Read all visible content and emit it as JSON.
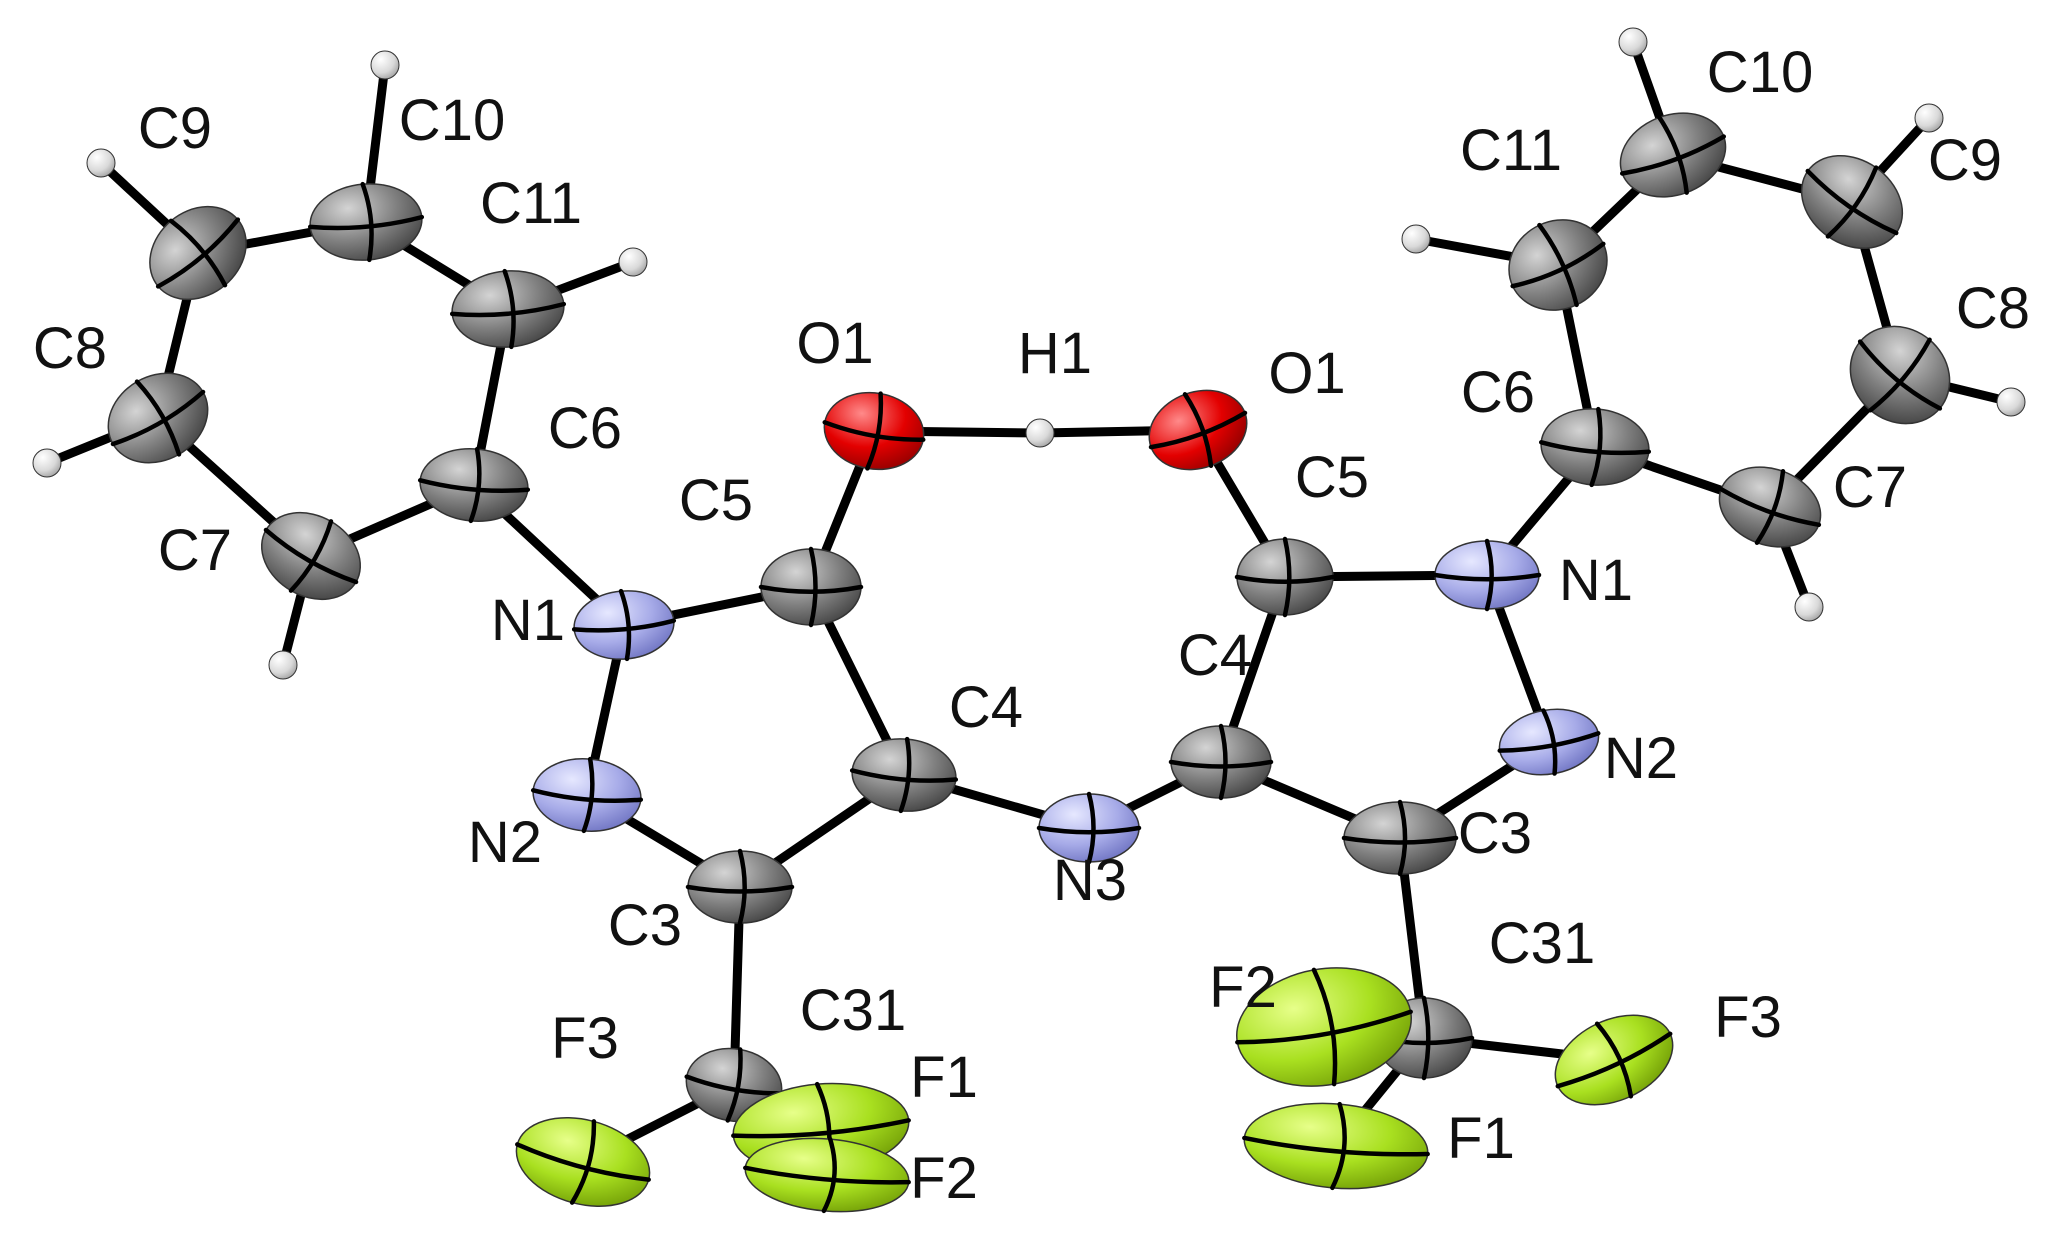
{
  "colors": {
    "carbon": "#7f7f7f",
    "nitrogen": "#a7abe8",
    "oxygen": "#e30000",
    "fluorine": "#a9e020",
    "hydrogen": "#d9d9d9",
    "bond": "#000000",
    "background": "#ffffff"
  },
  "atoms": [
    {
      "id": "L_C9",
      "element": "C",
      "label": "C9"
    },
    {
      "id": "L_C10",
      "element": "C",
      "label": "C10"
    },
    {
      "id": "L_C11",
      "element": "C",
      "label": "C11"
    },
    {
      "id": "L_C8",
      "element": "C",
      "label": "C8"
    },
    {
      "id": "L_C6",
      "element": "C",
      "label": "C6"
    },
    {
      "id": "L_C7",
      "element": "C",
      "label": "C7"
    },
    {
      "id": "L_N1",
      "element": "N",
      "label": "N1"
    },
    {
      "id": "L_C5",
      "element": "C",
      "label": "C5"
    },
    {
      "id": "L_O1",
      "element": "O",
      "label": "O1"
    },
    {
      "id": "H1",
      "element": "H",
      "label": "H1"
    },
    {
      "id": "R_O1",
      "element": "O",
      "label": "O1"
    },
    {
      "id": "L_N2",
      "element": "N",
      "label": "N2"
    },
    {
      "id": "L_C4",
      "element": "C",
      "label": "C4"
    },
    {
      "id": "N3",
      "element": "N",
      "label": "N3"
    },
    {
      "id": "L_C3",
      "element": "C",
      "label": "C3"
    },
    {
      "id": "L_C31",
      "element": "C",
      "label": "C31"
    },
    {
      "id": "L_F3",
      "element": "F",
      "label": "F3"
    },
    {
      "id": "L_F1",
      "element": "F",
      "label": "F1"
    },
    {
      "id": "L_F2",
      "element": "F",
      "label": "F2"
    },
    {
      "id": "R_C5",
      "element": "C",
      "label": "C5"
    },
    {
      "id": "R_N1",
      "element": "N",
      "label": "N1"
    },
    {
      "id": "R_C4",
      "element": "C",
      "label": "C4"
    },
    {
      "id": "R_N2",
      "element": "N",
      "label": "N2"
    },
    {
      "id": "R_C3",
      "element": "C",
      "label": "C3"
    },
    {
      "id": "R_C31",
      "element": "C",
      "label": "C31"
    },
    {
      "id": "R_F2",
      "element": "F",
      "label": "F2"
    },
    {
      "id": "R_F3",
      "element": "F",
      "label": "F3"
    },
    {
      "id": "R_F1",
      "element": "F",
      "label": "F1"
    },
    {
      "id": "R_C6",
      "element": "C",
      "label": "C6"
    },
    {
      "id": "R_C11",
      "element": "C",
      "label": "C11"
    },
    {
      "id": "R_C10",
      "element": "C",
      "label": "C10"
    },
    {
      "id": "R_C9",
      "element": "C",
      "label": "C9"
    },
    {
      "id": "R_C8",
      "element": "C",
      "label": "C8"
    },
    {
      "id": "R_C7",
      "element": "C",
      "label": "C7"
    },
    {
      "id": "HL9",
      "element": "H",
      "label": ""
    },
    {
      "id": "HL10",
      "element": "H",
      "label": ""
    },
    {
      "id": "HL11",
      "element": "H",
      "label": ""
    },
    {
      "id": "HL8",
      "element": "H",
      "label": ""
    },
    {
      "id": "HL7",
      "element": "H",
      "label": ""
    },
    {
      "id": "HR11",
      "element": "H",
      "label": ""
    },
    {
      "id": "HR10",
      "element": "H",
      "label": ""
    },
    {
      "id": "HR9",
      "element": "H",
      "label": ""
    },
    {
      "id": "HR8",
      "element": "H",
      "label": ""
    },
    {
      "id": "HR7",
      "element": "H",
      "label": ""
    }
  ],
  "bonds": [
    [
      "L_C9",
      "L_C10"
    ],
    [
      "L_C10",
      "L_C11"
    ],
    [
      "L_C11",
      "L_C6"
    ],
    [
      "L_C6",
      "L_C7"
    ],
    [
      "L_C7",
      "L_C8"
    ],
    [
      "L_C8",
      "L_C9"
    ],
    [
      "L_C6",
      "L_N1"
    ],
    [
      "L_N1",
      "L_C5"
    ],
    [
      "L_N1",
      "L_N2"
    ],
    [
      "L_N2",
      "L_C3"
    ],
    [
      "L_C3",
      "L_C4"
    ],
    [
      "L_C4",
      "L_C5"
    ],
    [
      "L_C5",
      "L_O1"
    ],
    [
      "L_O1",
      "H1"
    ],
    [
      "H1",
      "R_O1"
    ],
    [
      "L_C4",
      "N3"
    ],
    [
      "N3",
      "R_C4"
    ],
    [
      "L_C3",
      "L_C31"
    ],
    [
      "L_C31",
      "L_F3"
    ],
    [
      "L_C31",
      "L_F1"
    ],
    [
      "L_C31",
      "L_F2"
    ],
    [
      "R_O1",
      "R_C5"
    ],
    [
      "R_C5",
      "R_C4"
    ],
    [
      "R_C5",
      "R_N1"
    ],
    [
      "R_N1",
      "R_N2"
    ],
    [
      "R_N2",
      "R_C3"
    ],
    [
      "R_C3",
      "R_C4"
    ],
    [
      "R_C3",
      "R_C31"
    ],
    [
      "R_C31",
      "R_F2"
    ],
    [
      "R_C31",
      "R_F3"
    ],
    [
      "R_C31",
      "R_F1"
    ],
    [
      "R_N1",
      "R_C6"
    ],
    [
      "R_C6",
      "R_C11"
    ],
    [
      "R_C11",
      "R_C10"
    ],
    [
      "R_C10",
      "R_C9"
    ],
    [
      "R_C9",
      "R_C8"
    ],
    [
      "R_C8",
      "R_C7"
    ],
    [
      "R_C7",
      "R_C6"
    ],
    [
      "L_C9",
      "HL9"
    ],
    [
      "L_C10",
      "HL10"
    ],
    [
      "L_C11",
      "HL11"
    ],
    [
      "L_C8",
      "HL8"
    ],
    [
      "L_C7",
      "HL7"
    ],
    [
      "R_C11",
      "HR11"
    ],
    [
      "R_C10",
      "HR10"
    ],
    [
      "R_C9",
      "HR9"
    ],
    [
      "R_C8",
      "HR8"
    ],
    [
      "R_C7",
      "HR7"
    ]
  ]
}
